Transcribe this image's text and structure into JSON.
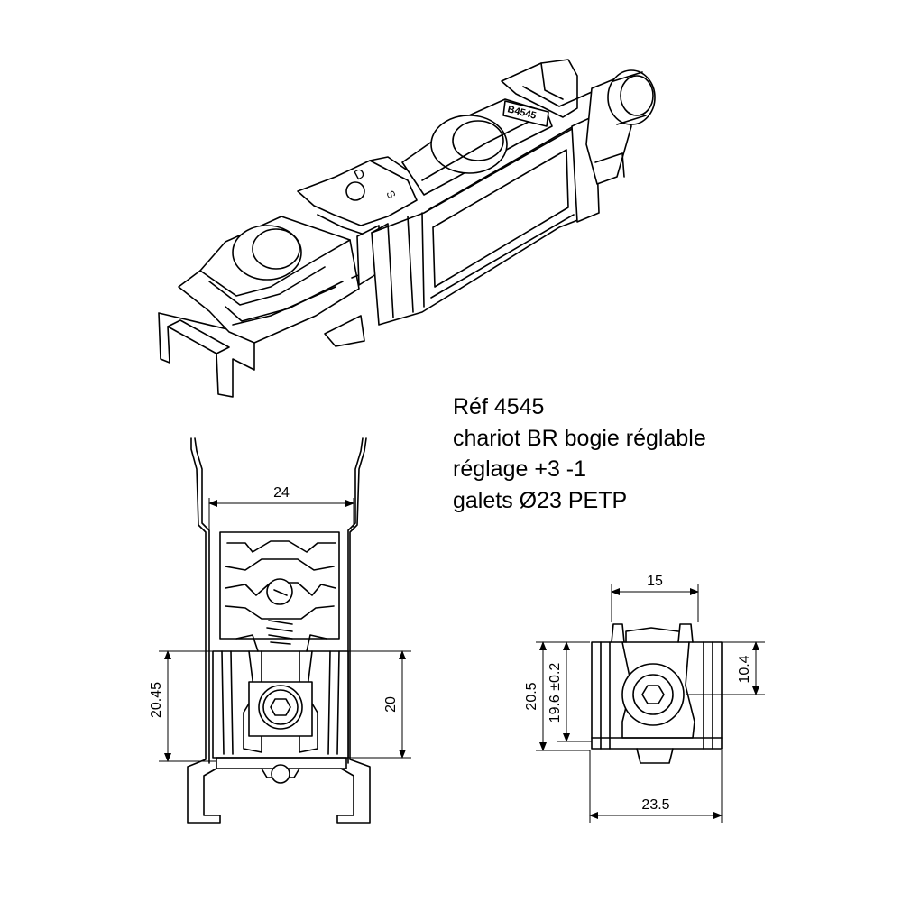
{
  "caption": {
    "ref": "Réf 4545",
    "name": "chariot BR bogie réglable",
    "adjust": "réglage +3 -1",
    "rollers": "galets Ø23 PETP"
  },
  "iso_view": {
    "marking_d": "D",
    "marking_s": "S",
    "marking_code": "B4545"
  },
  "front_view": {
    "dim_width": "24",
    "dim_height_left": "20.45",
    "dim_height_right": "20"
  },
  "side_view": {
    "dim_top": "15",
    "dim_bottom": "23.5",
    "dim_left": "20.5",
    "dim_left_inner": "19.6 ±0.2",
    "dim_right": "10.4"
  },
  "colors": {
    "line": "#000000",
    "background": "#ffffff"
  }
}
